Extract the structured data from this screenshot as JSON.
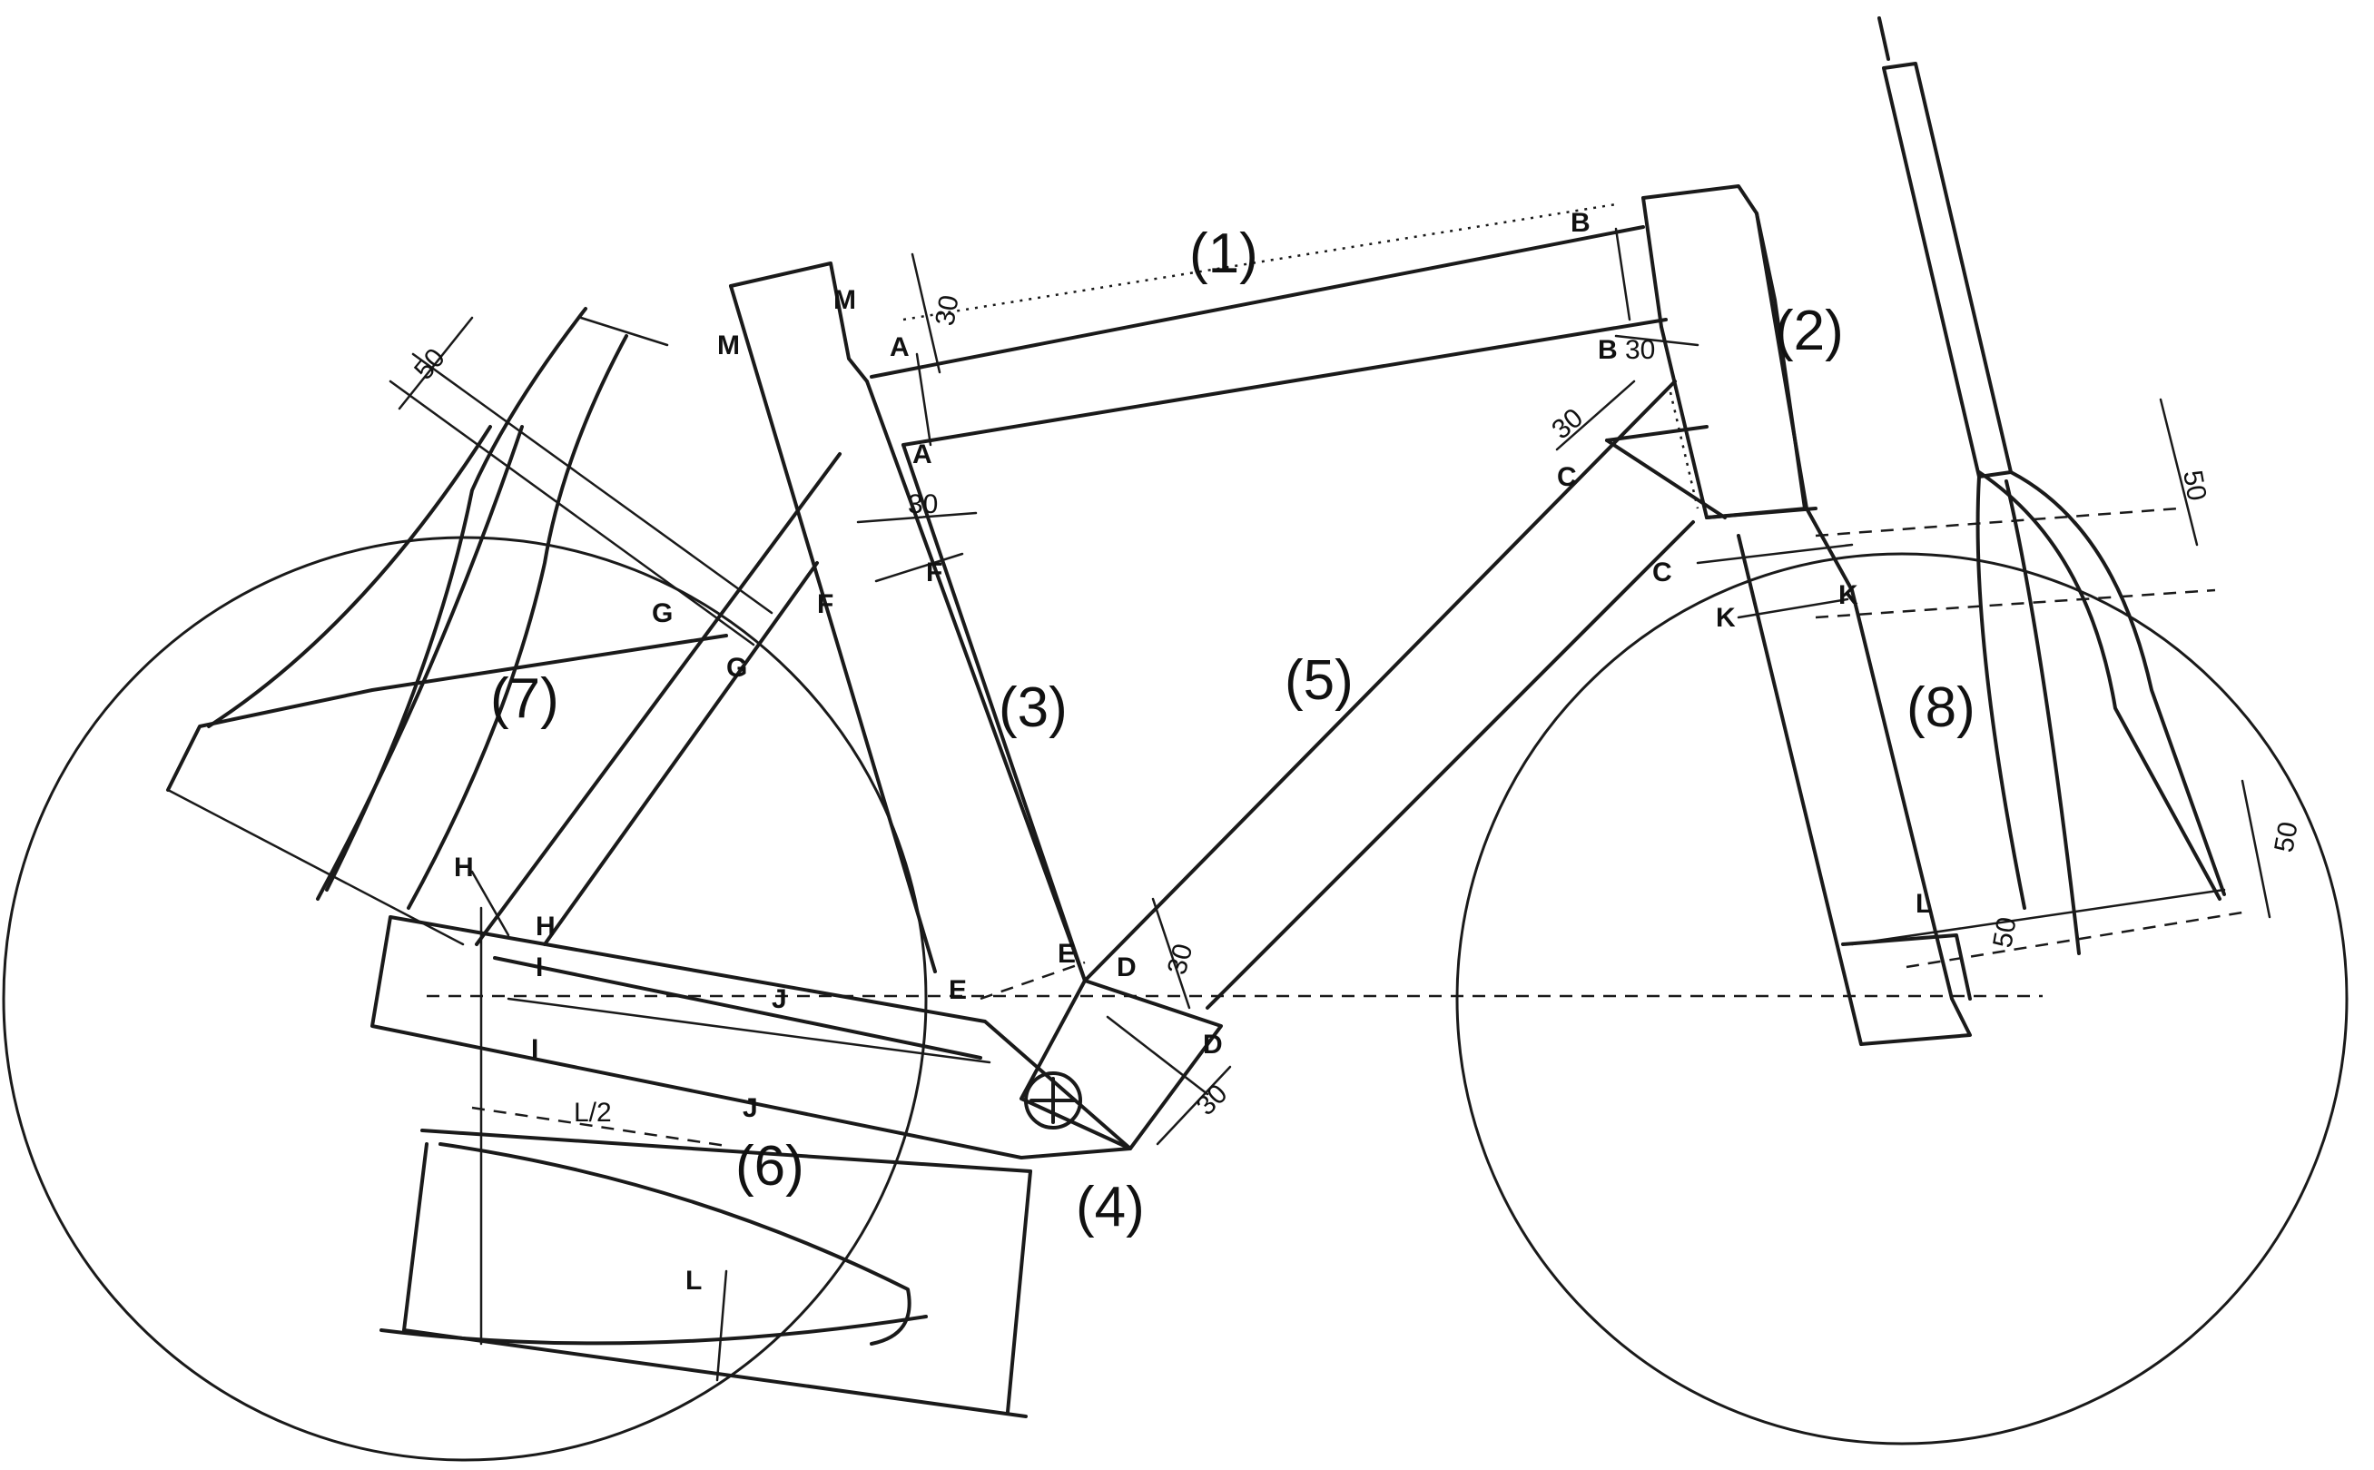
{
  "parts": [
    "(1)",
    "(2)",
    "(3)",
    "(4)",
    "(5)",
    "(6)",
    "(7)",
    "(8)"
  ],
  "points": [
    "A",
    "A",
    "B",
    "B",
    "C",
    "C",
    "D",
    "D",
    "E",
    "E",
    "F",
    "F",
    "G",
    "G",
    "H",
    "H",
    "J",
    "J",
    "K",
    "K",
    "L",
    "L",
    "M",
    "M",
    "I",
    "I"
  ],
  "dims": [
    "30",
    "30",
    "30",
    "30",
    "30",
    "30",
    "50",
    "50",
    "50",
    "50",
    "L/2"
  ]
}
